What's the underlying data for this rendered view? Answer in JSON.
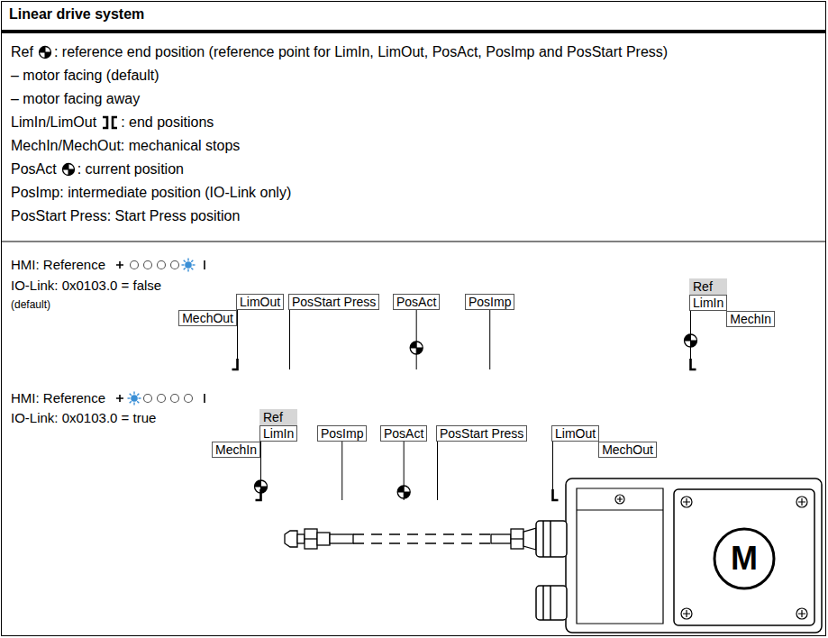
{
  "diagram": {
    "title": "Linear drive system",
    "nodes": [
      {
        "text": [
          "Ref"
        ]
      },
      {
        "text": [
          "LimOut"
        ]
      },
      {
        "text": [
          "PosStart Press"
        ]
      },
      {
        "text": [
          "PosAct"
        ]
      },
      {
        "text": [
          "PosImp"
        ]
      },
      {
        "text": [
          "LimIn"
        ]
      },
      {
        "text": [
          "MechOut"
        ]
      },
      {
        "text": [
          "MechIn"
        ]
      },
      {
        "text": [
          "Ref"
        ]
      },
      {
        "text": [
          "LimIn"
        ]
      },
      {
        "text": [
          "PosImp"
        ]
      },
      {
        "text": [
          "PosAct"
        ]
      },
      {
        "text": [
          "PosStart Press"
        ]
      },
      {
        "text": [
          "LimOut"
        ]
      },
      {
        "text": [
          "MechIn"
        ]
      },
      {
        "text": [
          "MechOut"
        ]
      }
    ],
    "labels": [
      "Ref",
      ": reference end position (reference point for LimIn, LimOut, PosAct, PosImp and PosStart Press)",
      "– motor facing (default)",
      "– motor facing away",
      "LimIn/LimOut",
      ": end positions",
      "MechIn/MechOut: mechanical stops",
      "PosAct",
      ": current position",
      "PosImp: intermediate position (IO-Link only)",
      "PosStart Press: Start Press position",
      "HMI: Reference",
      "IO-Link: 0x0103.0 = false",
      "(default)",
      "HMI: Reference",
      "IO-Link: 0x0103.0 = true",
      "M"
    ]
  }
}
